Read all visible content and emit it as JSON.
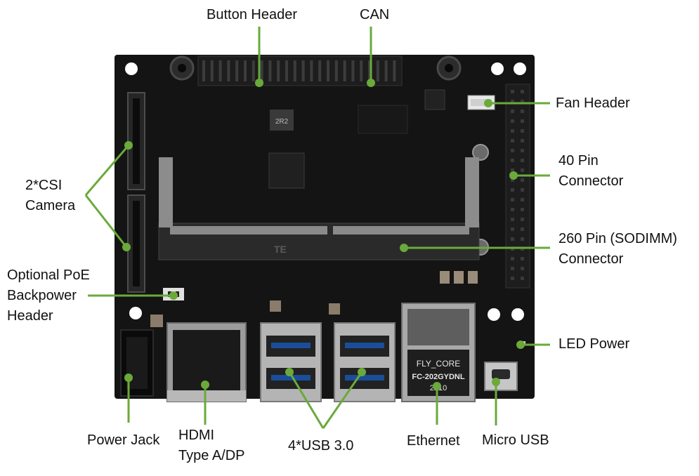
{
  "colors": {
    "leader": "#6aaa3a",
    "board": "#141414",
    "label_text": "#111111"
  },
  "labels": {
    "button_header": "Button Header",
    "can": "CAN",
    "fan_header": "Fan Header",
    "pin40_line1": "40 Pin",
    "pin40_line2": "Connector",
    "csi_line1": "2*CSI",
    "csi_line2": "Camera",
    "sodimm_line1": "260 Pin (SODIMM)",
    "sodimm_line2": "Connector",
    "poe_line1": "Optional PoE",
    "poe_line2": "Backpower",
    "poe_line3": "Header",
    "led_power": "LED Power",
    "power_jack": "Power Jack",
    "hdmi_line1": "HDMI",
    "hdmi_line2": "Type A/DP",
    "usb": "4*USB 3.0",
    "ethernet": "Ethernet",
    "micro_usb": "Micro USB"
  },
  "board_text": {
    "ethernet_brand": "FLY_CORE",
    "ethernet_model": "FC-202GYDNL",
    "ethernet_code": "2210",
    "module_marking": "2R2",
    "slot_marking": "TE"
  }
}
